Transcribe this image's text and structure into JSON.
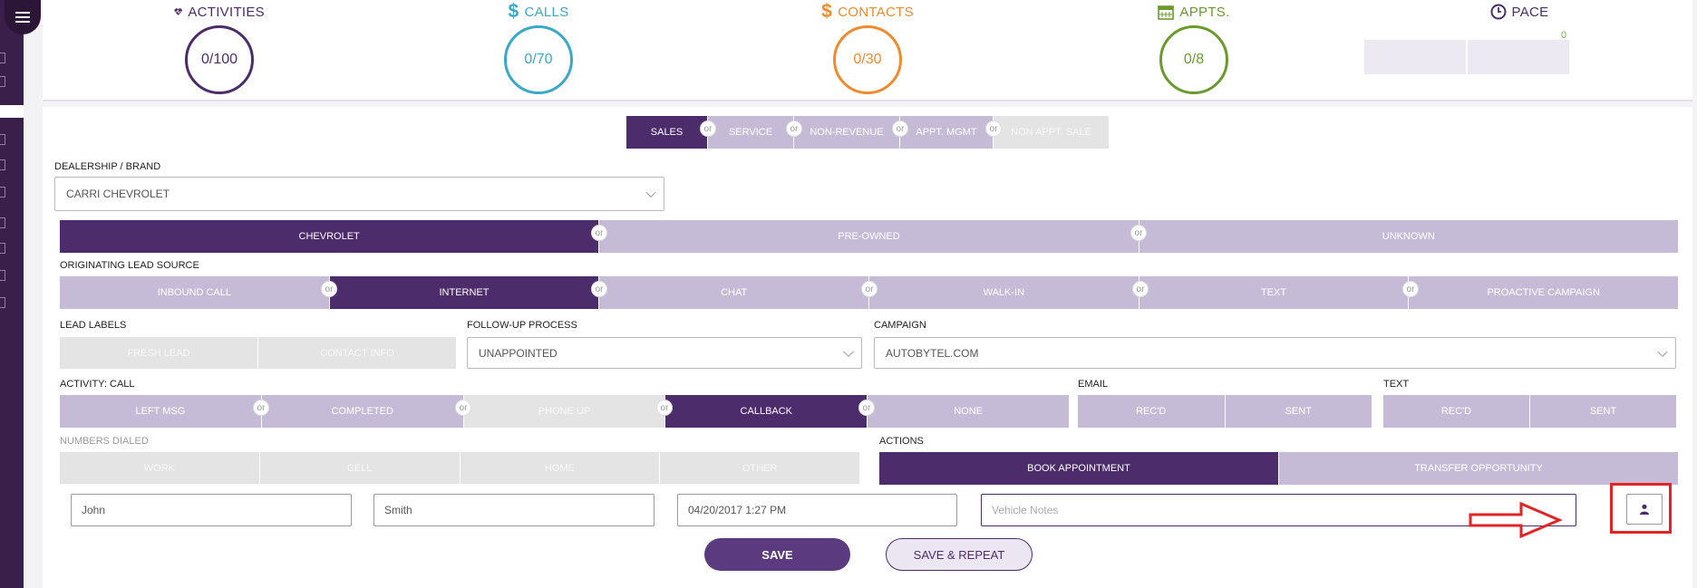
{
  "stats": {
    "activities": {
      "label": "ACTIVITIES",
      "value": "0/100",
      "color": "#4c2c6b",
      "icon": "heartbeat-icon"
    },
    "calls": {
      "label": "CALLS",
      "value": "0/70",
      "color": "#3aa8c8",
      "icon": "dollar-icon"
    },
    "contacts": {
      "label": "CONTACTS",
      "value": "0/30",
      "color": "#f08a2c",
      "icon": "dollar-icon"
    },
    "appts": {
      "label": "APPTS.",
      "value": "0/8",
      "color": "#6a9a2c",
      "icon": "calendar-icon"
    },
    "pace": {
      "label": "PACE",
      "value": "0",
      "color": "#4c2c6b",
      "icon": "clock-icon"
    }
  },
  "type_tabs": [
    "SALES",
    "SERVICE",
    "NON-REVENUE",
    "APPT. MGMT",
    "NON APPT. SALE"
  ],
  "dealership": {
    "label": "DEALERSHIP / BRAND",
    "value": "CARRI CHEVROLET"
  },
  "brand_tabs": [
    "CHEVROLET",
    "PRE-OWNED",
    "UNKNOWN"
  ],
  "lead_source": {
    "label": "ORIGINATING LEAD SOURCE",
    "options": [
      "INBOUND CALL",
      "INTERNET",
      "CHAT",
      "WALK-IN",
      "TEXT",
      "PROACTIVE CAMPAIGN"
    ]
  },
  "lead_labels": {
    "label": "LEAD LABELS",
    "options": [
      "FRESH LEAD",
      "CONTACT INFO"
    ]
  },
  "follow_up": {
    "label": "FOLLOW-UP PROCESS",
    "value": "UNAPPOINTED"
  },
  "campaign": {
    "label": "CAMPAIGN",
    "value": "AUTOBYTEL.COM"
  },
  "activity": {
    "label": "ACTIVITY: CALL",
    "options": [
      "LEFT MSG",
      "COMPLETED",
      "PHONE UP",
      "CALLBACK",
      "NONE"
    ]
  },
  "email": {
    "label": "EMAIL",
    "options": [
      "REC'D",
      "SENT"
    ]
  },
  "text": {
    "label": "TEXT",
    "options": [
      "REC'D",
      "SENT"
    ]
  },
  "numbers_dialed": {
    "label": "NUMBERS DIALED",
    "options": [
      "WORK",
      "CELL",
      "HOME",
      "OTHER"
    ]
  },
  "actions": {
    "label": "ACTIONS",
    "options": [
      "BOOK APPOINTMENT",
      "TRANSFER OPPORTUNITY"
    ]
  },
  "or_label": "or",
  "form": {
    "first_name": "John",
    "last_name": "Smith",
    "datetime": "04/20/2017 1:27 PM",
    "vehicle_notes_placeholder": "Vehicle Notes"
  },
  "buttons": {
    "save": "SAVE",
    "save_repeat": "SAVE & REPEAT"
  },
  "colors": {
    "primary": "#4c2c6b",
    "light": "#c6bbd6",
    "disabled": "#e4e4e4",
    "annotation": "#e32424"
  }
}
